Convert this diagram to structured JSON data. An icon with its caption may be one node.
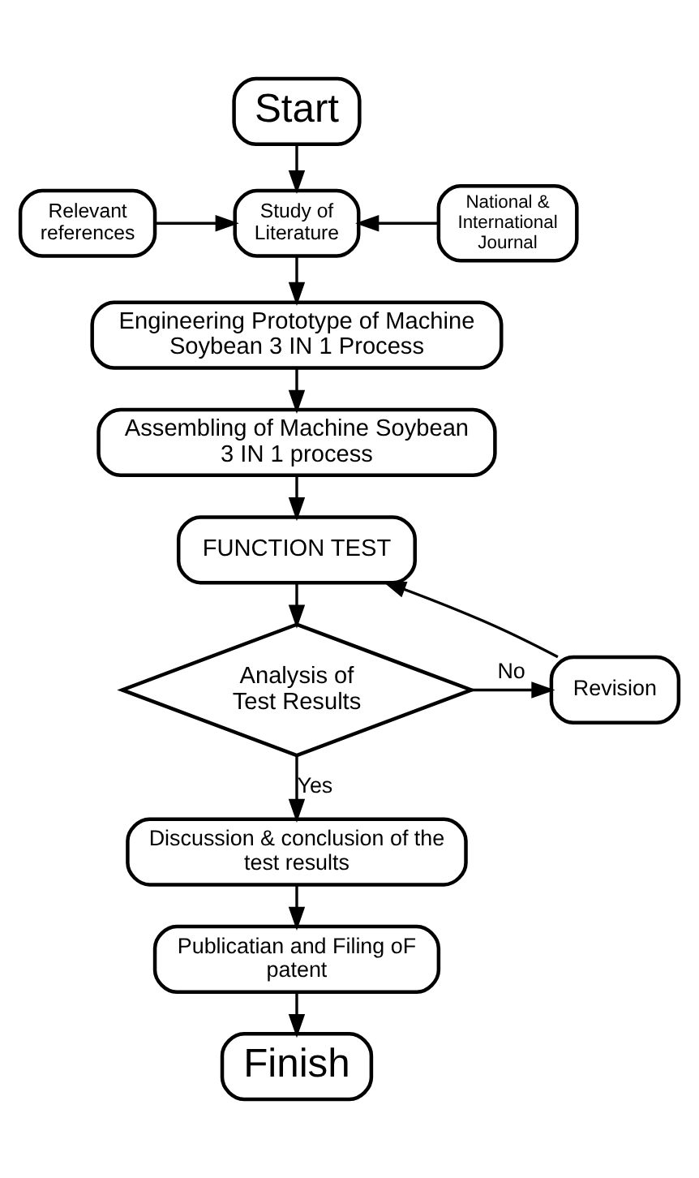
{
  "diagram": {
    "nodes": [
      {
        "text": [
          "Start"
        ]
      },
      {
        "text": [
          "Relevant references"
        ]
      },
      {
        "text": [
          "Study of Literature"
        ]
      },
      {
        "text": [
          "National & International Journal"
        ]
      },
      {
        "text": [
          "Engineering Prototype of Machine Soybean 3 IN 1 Process"
        ]
      },
      {
        "text": [
          "Assembling of Machine Soybean 3 IN 1 process"
        ]
      },
      {
        "text": [
          "FUNCTION TEST"
        ]
      },
      {
        "text": [
          "Analysis of Test Results"
        ]
      },
      {
        "text": [
          "Revision"
        ]
      },
      {
        "text": [
          "Discussion & conclusion of the test results"
        ]
      },
      {
        "text": [
          "Publicatian and Filing oF patent"
        ]
      },
      {
        "text": [
          "Finish"
        ]
      }
    ],
    "edges": [
      {
        "from": 0,
        "to": 2,
        "arrow": "to"
      },
      {
        "from": 1,
        "to": 2,
        "arrow": "to"
      },
      {
        "from": 3,
        "to": 2,
        "arrow": "to"
      },
      {
        "from": 2,
        "to": 4,
        "arrow": "to"
      },
      {
        "from": 4,
        "to": 5,
        "arrow": "to"
      },
      {
        "from": 5,
        "to": 6,
        "arrow": "to"
      },
      {
        "from": 6,
        "to": 7,
        "arrow": "to"
      },
      {
        "from": 7,
        "to": 8,
        "arrow": "to",
        "label": "No"
      },
      {
        "from": 8,
        "to": 6,
        "arrow": "to"
      },
      {
        "from": 7,
        "to": 9,
        "arrow": "to",
        "label": "Yes"
      },
      {
        "from": 9,
        "to": 10,
        "arrow": "to"
      },
      {
        "from": 10,
        "to": 11,
        "arrow": "to"
      }
    ]
  }
}
